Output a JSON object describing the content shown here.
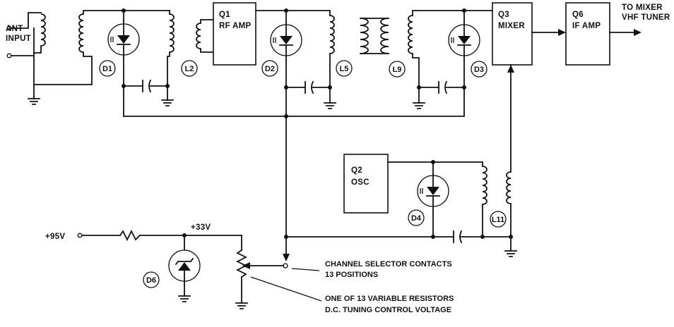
{
  "input": {
    "line1": "ANT",
    "line2": "INPUT"
  },
  "output": {
    "line1": "TO MIXER",
    "line2": "VHF TUNER"
  },
  "blocks": {
    "q1": {
      "name": "Q1",
      "label": "RF AMP"
    },
    "q3": {
      "name": "Q3",
      "label": "MIXER"
    },
    "q6": {
      "name": "Q6",
      "label": "IF AMP"
    },
    "q2": {
      "name": "Q2",
      "label": "OSC"
    }
  },
  "tags": {
    "d1": "D1",
    "l2": "L2",
    "d2": "D2",
    "l5": "L5",
    "l9": "L9",
    "d3": "D3",
    "d4": "D4",
    "l11": "L11",
    "d6": "D6"
  },
  "supply": {
    "v95": "+95V",
    "v33": "+33V"
  },
  "notes": {
    "selector_1": "CHANNEL SELECTOR CONTACTS",
    "selector_2": "13 POSITIONS",
    "resistor_1": "ONE OF 13 VARIABLE RESISTORS",
    "resistor_2": "D.C. TUNING CONTROL VOLTAGE"
  }
}
